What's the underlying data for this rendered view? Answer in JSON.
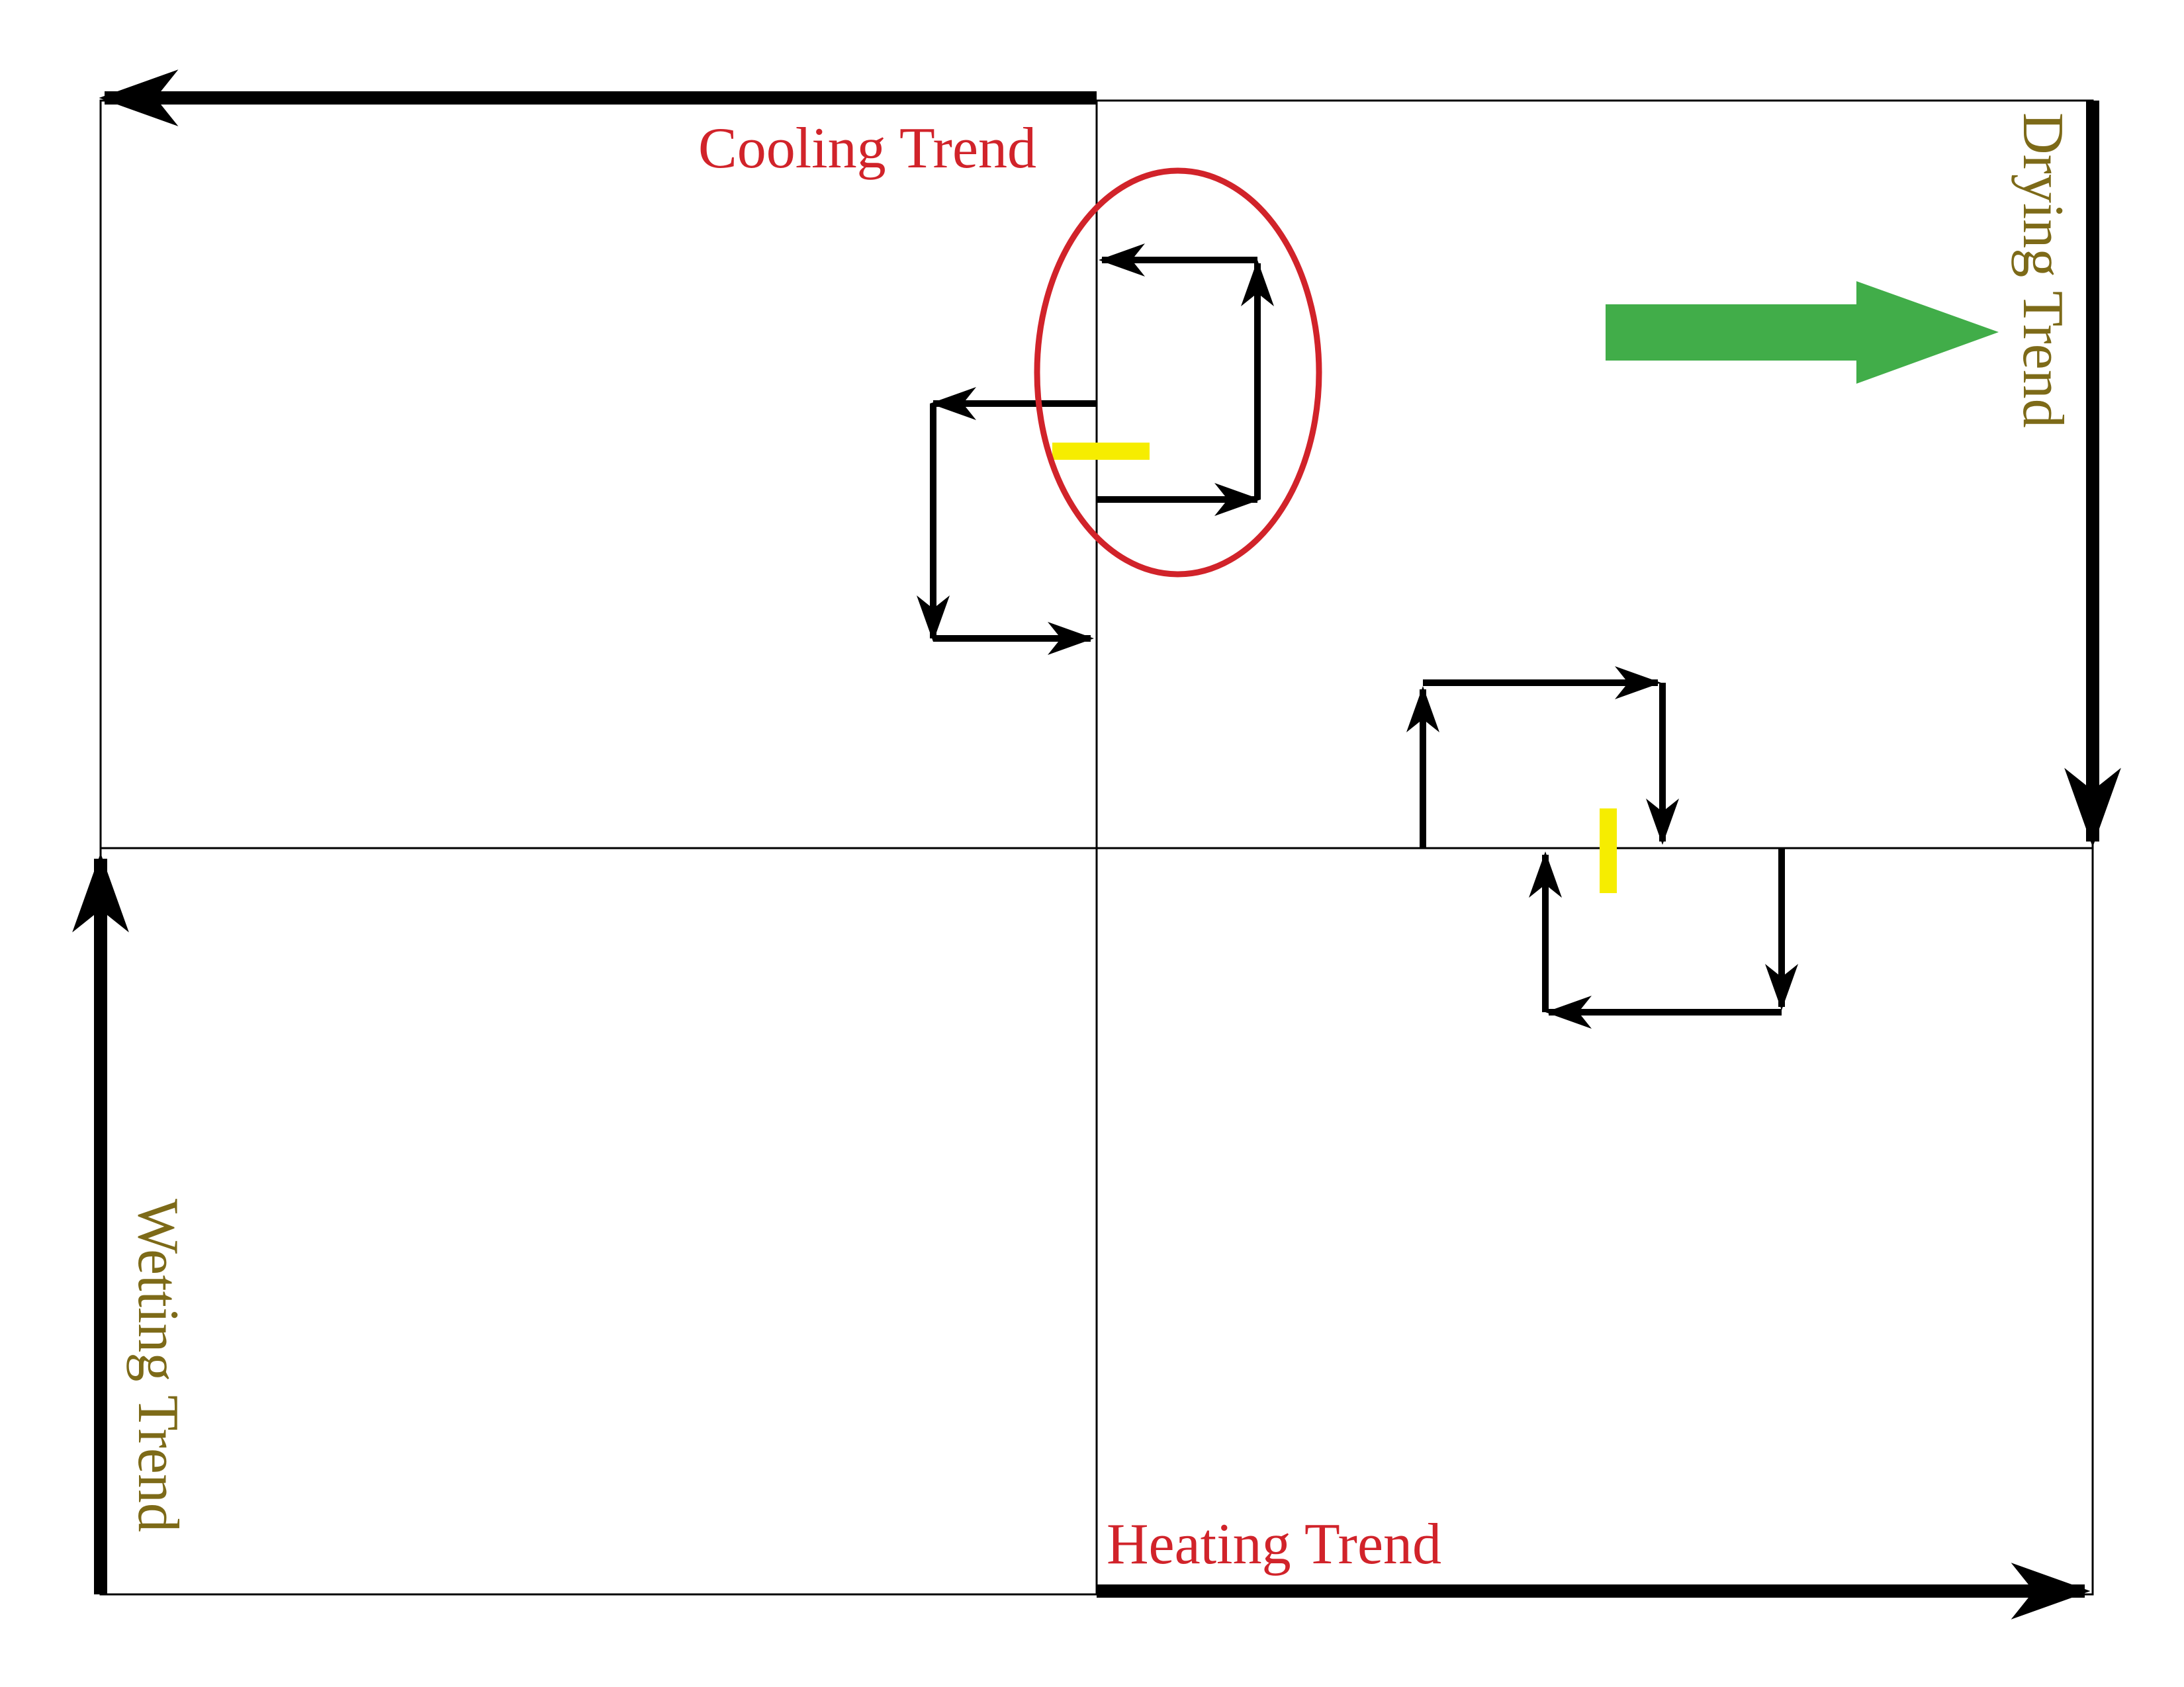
{
  "labels": {
    "cooling": "Cooling Trend",
    "heating": "Heating Trend",
    "drying": "Drying Trend",
    "wetting": "Wetting Trend"
  },
  "colors": {
    "cooling_label": "#d1232a",
    "heating_label": "#d1232a",
    "drying_label": "#7d6a18",
    "wetting_label": "#7d6a18",
    "highlight_circle": "#d1232a",
    "green_arrow": "#41ad49",
    "marker": "#f6ed00",
    "lines": "#000000"
  }
}
